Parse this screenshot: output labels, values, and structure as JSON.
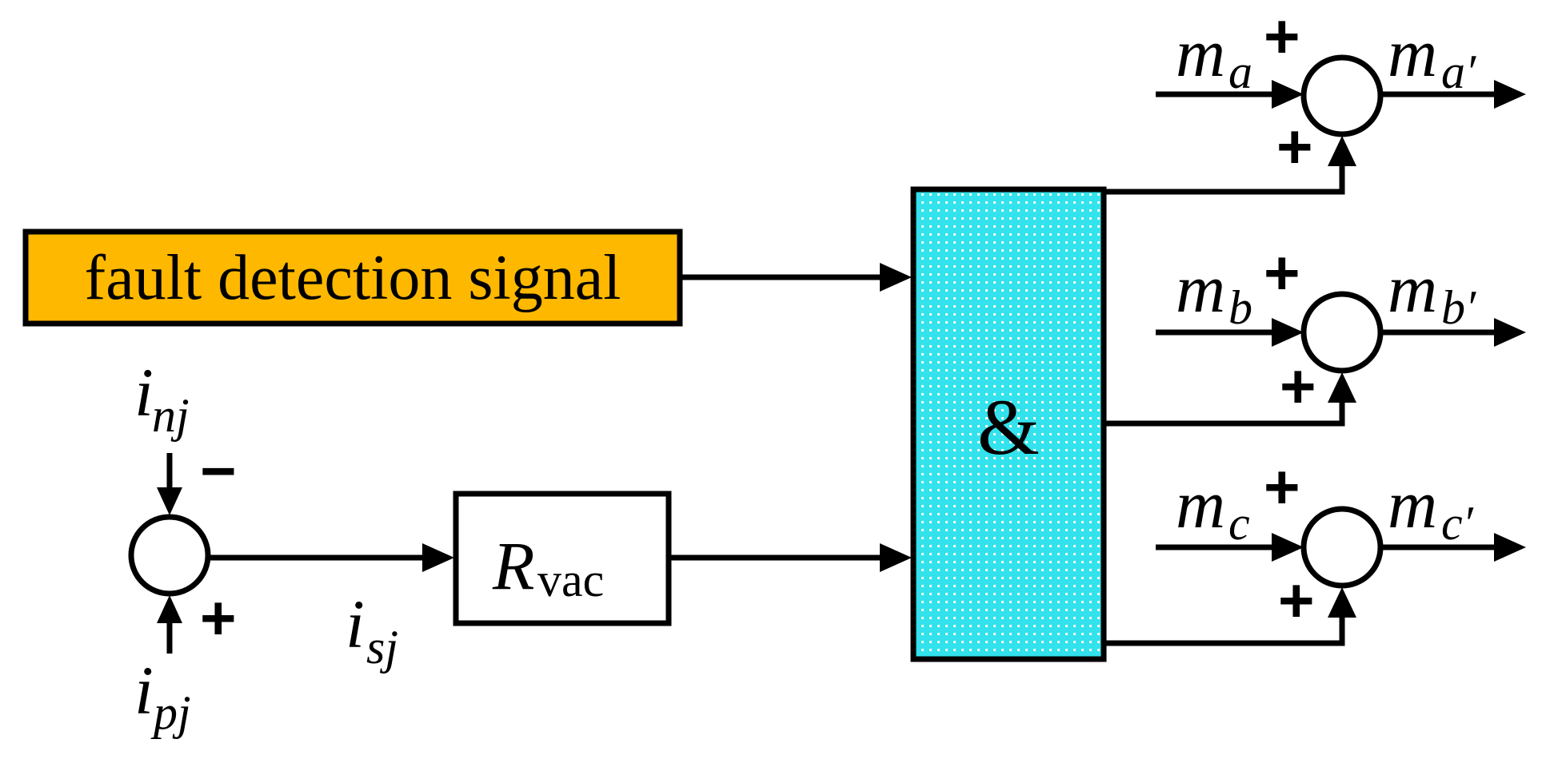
{
  "colors": {
    "line": "#000000",
    "fault_box_fill": "#FFB800",
    "and_block_fill": "#33E2EC",
    "and_block_dots": "#FFFFFF",
    "background": "#FFFFFF"
  },
  "fault_block": {
    "label": "fault detection signal"
  },
  "and_block": {
    "label": "&"
  },
  "rvac_block": {
    "main": "R",
    "sub": "vac"
  },
  "input_summer": {
    "top_input": {
      "main": "i",
      "sub": "nj",
      "sign": "−"
    },
    "bottom_input": {
      "main": "i",
      "sub": "pj",
      "sign": "+"
    },
    "output": {
      "main": "i",
      "sub": "sj"
    }
  },
  "output_summers": [
    {
      "in_main": "m",
      "in_sub": "a",
      "out_main": "m",
      "out_sub": "a′",
      "sign_input": "+",
      "sign_feedback": "+"
    },
    {
      "in_main": "m",
      "in_sub": "b",
      "out_main": "m",
      "out_sub": "b′",
      "sign_input": "+",
      "sign_feedback": "+"
    },
    {
      "in_main": "m",
      "in_sub": "c",
      "out_main": "m",
      "out_sub": "c′",
      "sign_input": "+",
      "sign_feedback": "+"
    }
  ]
}
